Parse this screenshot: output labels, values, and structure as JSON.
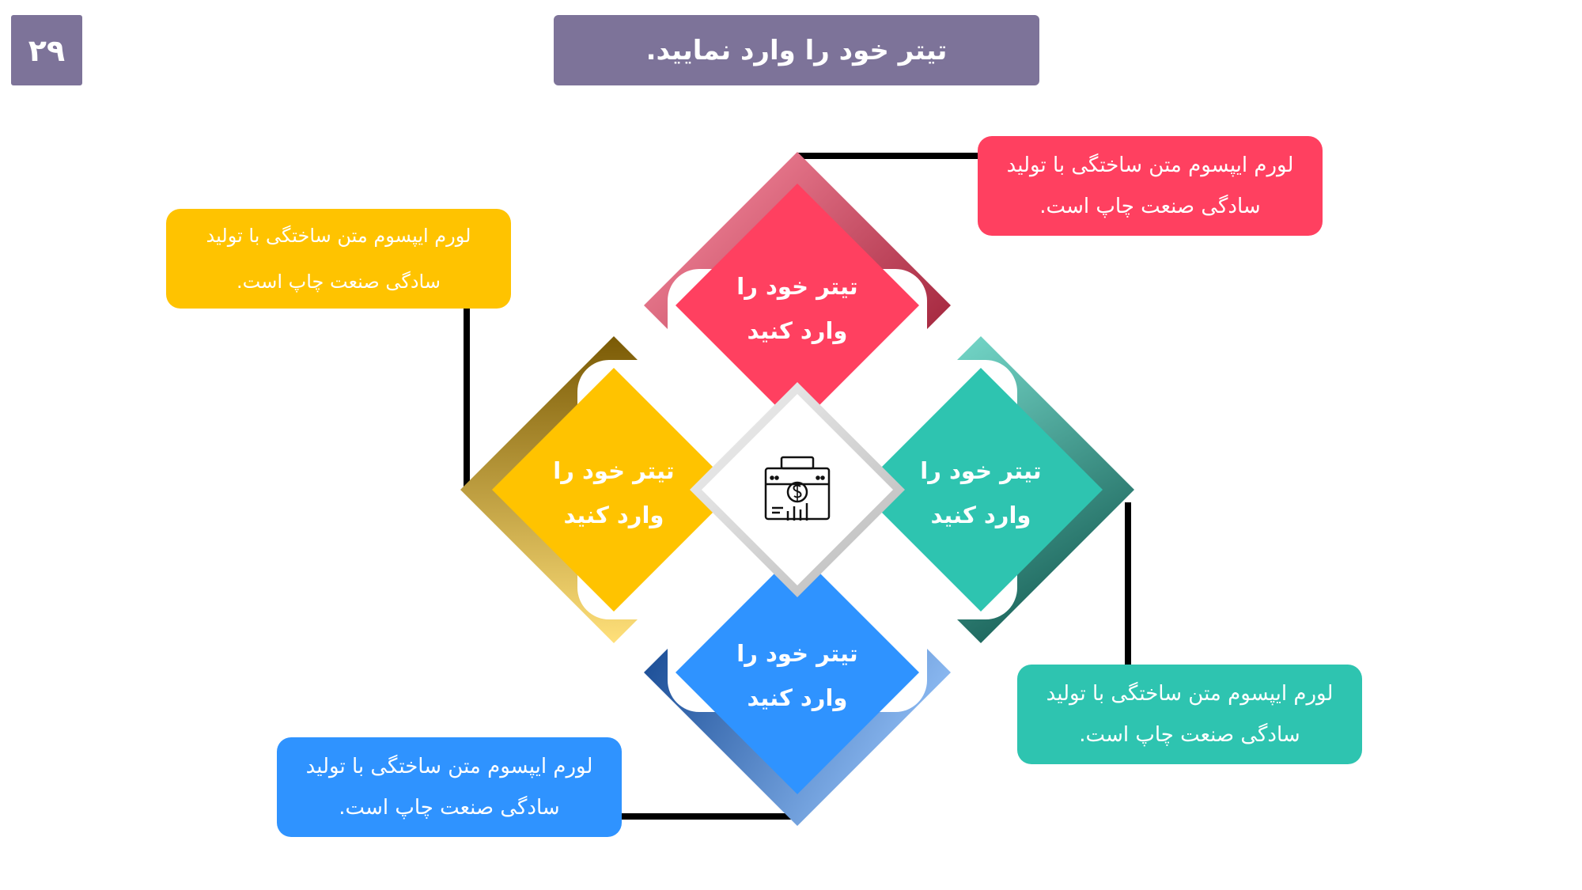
{
  "page_number": "۲۹",
  "title": "تیتر خود را وارد نمایید.",
  "colors": {
    "header": "#7d7399",
    "red": "#ff4060",
    "teal": "#2ec4b0",
    "blue": "#2f93ff",
    "yellow": "#ffc300",
    "connector": "#000000"
  },
  "center_icon": "briefcase-dollar-icon",
  "diamonds": [
    {
      "position": "top",
      "line1": "تیتر خود را",
      "line2": "وارد کنید"
    },
    {
      "position": "right",
      "line1": "تیتر خود را",
      "line2": "وارد کنید"
    },
    {
      "position": "bottom",
      "line1": "تیتر خود را",
      "line2": "وارد کنید"
    },
    {
      "position": "left",
      "line1": "تیتر خود را",
      "line2": "وارد کنید"
    }
  ],
  "notes": [
    {
      "position": "top-right",
      "line1": "لورم ایپسوم متن ساختگی با تولید",
      "line2": "سادگی صنعت چاپ است."
    },
    {
      "position": "bottom-right",
      "line1": "لورم ایپسوم متن ساختگی با تولید",
      "line2": "سادگی صنعت چاپ است."
    },
    {
      "position": "bottom-left",
      "line1": "لورم ایپسوم متن ساختگی با تولید",
      "line2": "سادگی صنعت چاپ است."
    },
    {
      "position": "top-left",
      "line1": "لورم ایپسوم متن ساختگی با تولید",
      "line2": "سادگی صنعت چاپ است."
    }
  ]
}
